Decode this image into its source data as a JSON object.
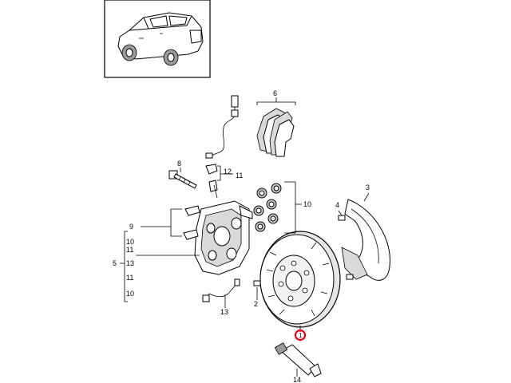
{
  "highlight_color": "#e0001b",
  "labels": {
    "l1": "1",
    "l2": "2",
    "l3": "3",
    "l4": "4",
    "l5": "5",
    "l6": "6",
    "l8": "8",
    "l9": "9",
    "l10a": "10",
    "l10b": "10",
    "l10c": "10",
    "l11a": "11",
    "l11b": "11",
    "l11c": "11",
    "l12": "12",
    "l13a": "13",
    "l13b": "13",
    "l14": "14"
  }
}
